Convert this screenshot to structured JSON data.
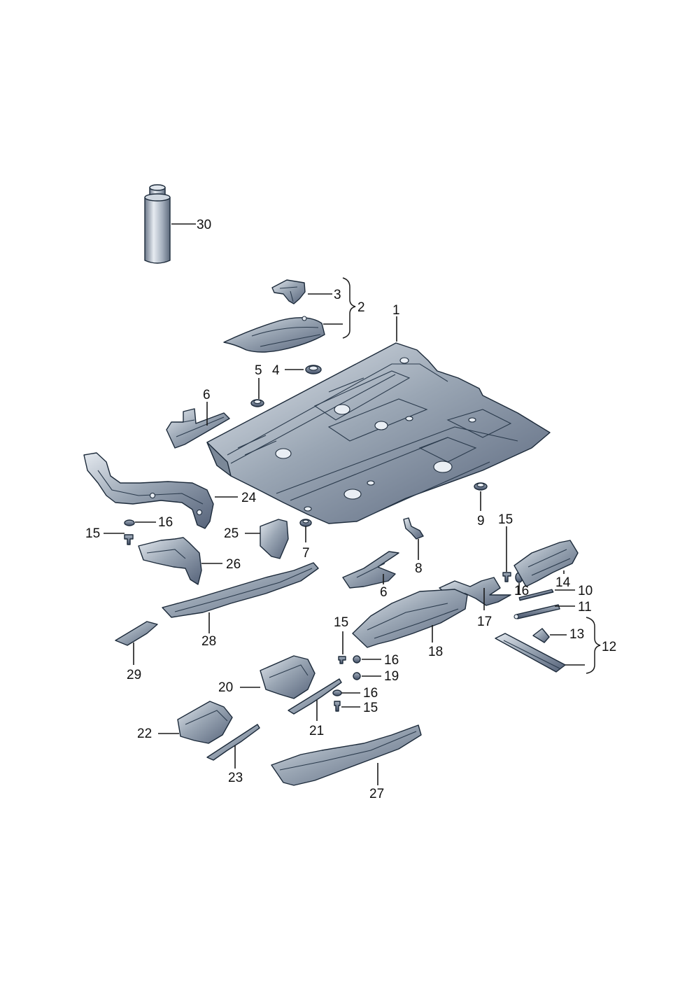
{
  "callouts": {
    "c1": "1",
    "c2": "2",
    "c3": "3",
    "c4": "4",
    "c5": "5",
    "c6a": "6",
    "c6b": "6",
    "c7": "7",
    "c8": "8",
    "c9": "9",
    "c10": "10",
    "c11": "11",
    "c12": "12",
    "c13": "13",
    "c14": "14",
    "c15a": "15",
    "c15b": "15",
    "c15c": "15",
    "c15d": "15",
    "c16a": "16",
    "c16b": "16",
    "c16c": "16",
    "c16d": "16",
    "c17": "17",
    "c18": "18",
    "c19": "19",
    "c20": "20",
    "c21": "21",
    "c22": "22",
    "c23": "23",
    "c24": "24",
    "c25": "25",
    "c26": "26",
    "c27": "27",
    "c28": "28",
    "c29": "29",
    "c30": "30"
  },
  "colors": {
    "steel_light": "#d6dde6",
    "steel_mid": "#8c99a8",
    "steel_dark": "#4e5b6b",
    "outline": "#1c2a3a",
    "leader": "#1a1a1a"
  }
}
